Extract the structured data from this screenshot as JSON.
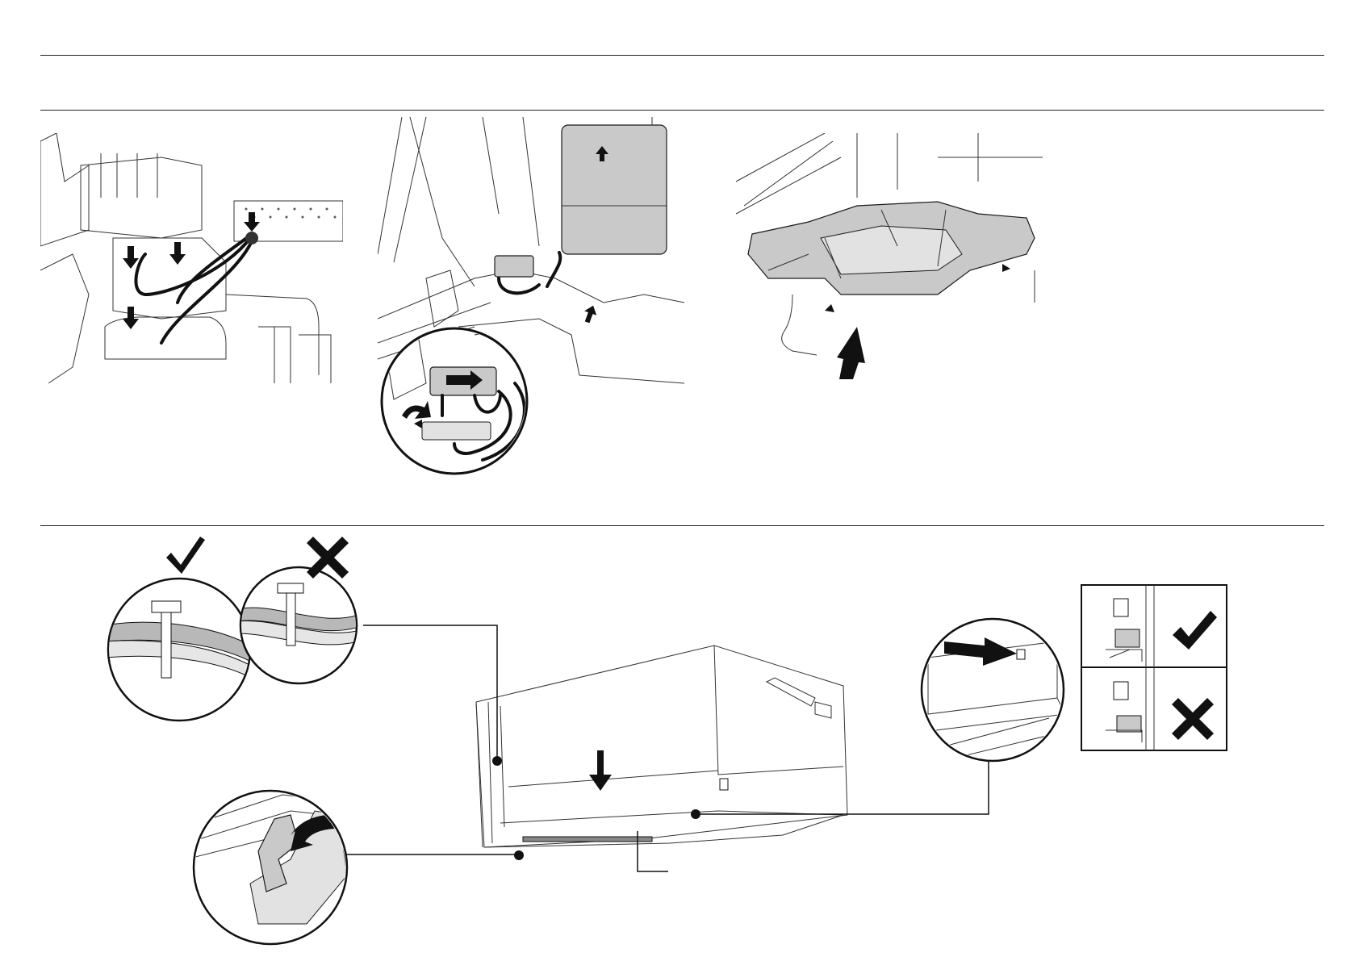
{
  "document": {
    "type": "installation-instructions-page",
    "sections": [
      {
        "id": "header-band"
      },
      {
        "id": "step-row",
        "figures": [
          "fig-water-supply-hose-routing",
          "fig-base-cover-removal",
          "fig-base-cover-installation"
        ]
      },
      {
        "id": "drawer-alignment",
        "figures": [
          "fig-cable-tie-correct",
          "fig-cable-tie-incorrect",
          "fig-hinge-clip",
          "fig-drawer-bracket",
          "fig-bracket-position-check"
        ]
      }
    ],
    "symbols": {
      "correct": "check-mark-icon",
      "incorrect": "cross-mark-icon"
    }
  }
}
